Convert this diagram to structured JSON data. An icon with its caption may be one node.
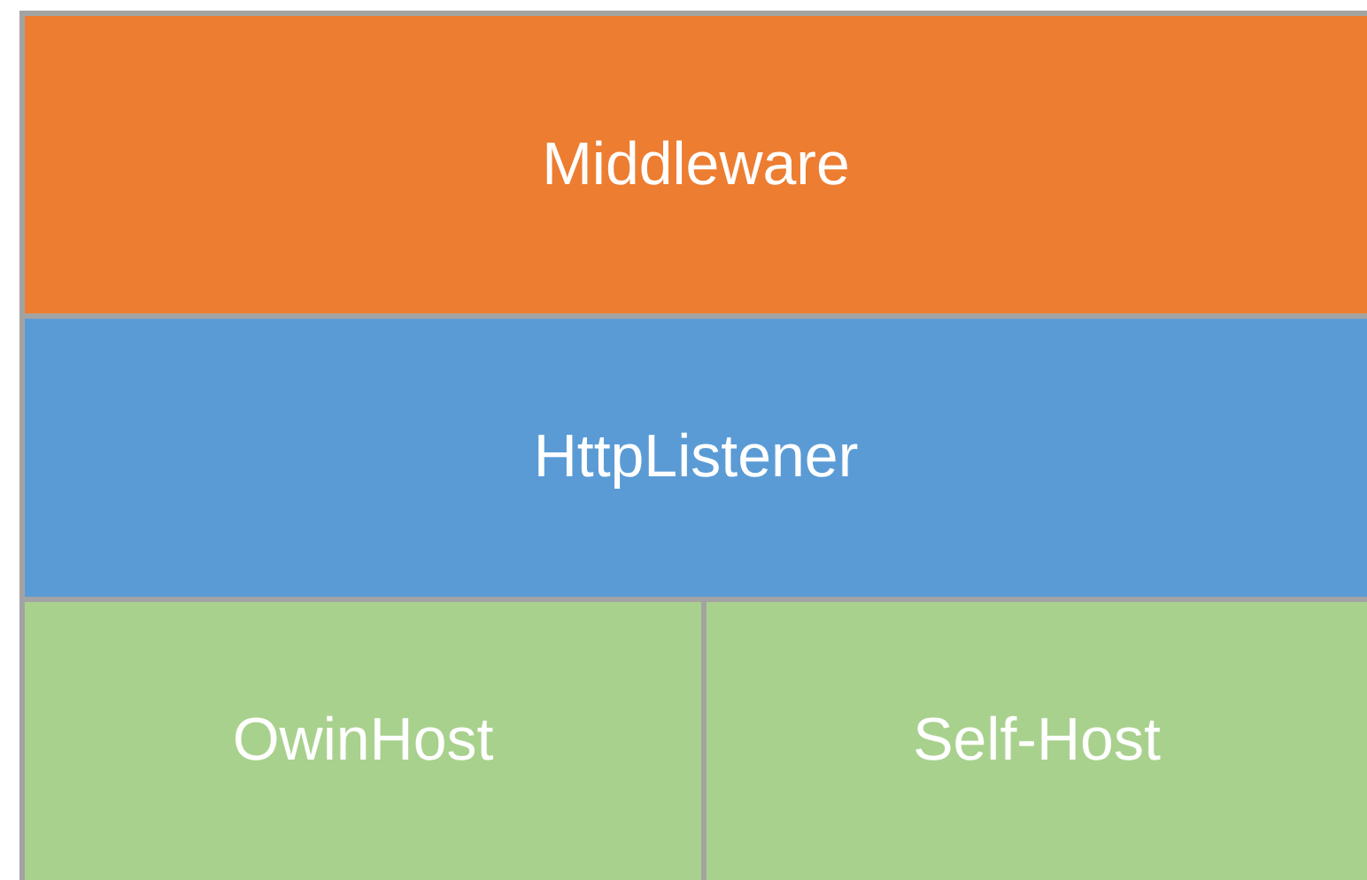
{
  "diagram": {
    "nodes": [
      {
        "text": [
          "Middleware"
        ]
      },
      {
        "text": [
          "HttpListener"
        ]
      },
      {
        "text": [
          "OwinHost"
        ]
      },
      {
        "text": [
          "Self-Host"
        ]
      }
    ]
  }
}
